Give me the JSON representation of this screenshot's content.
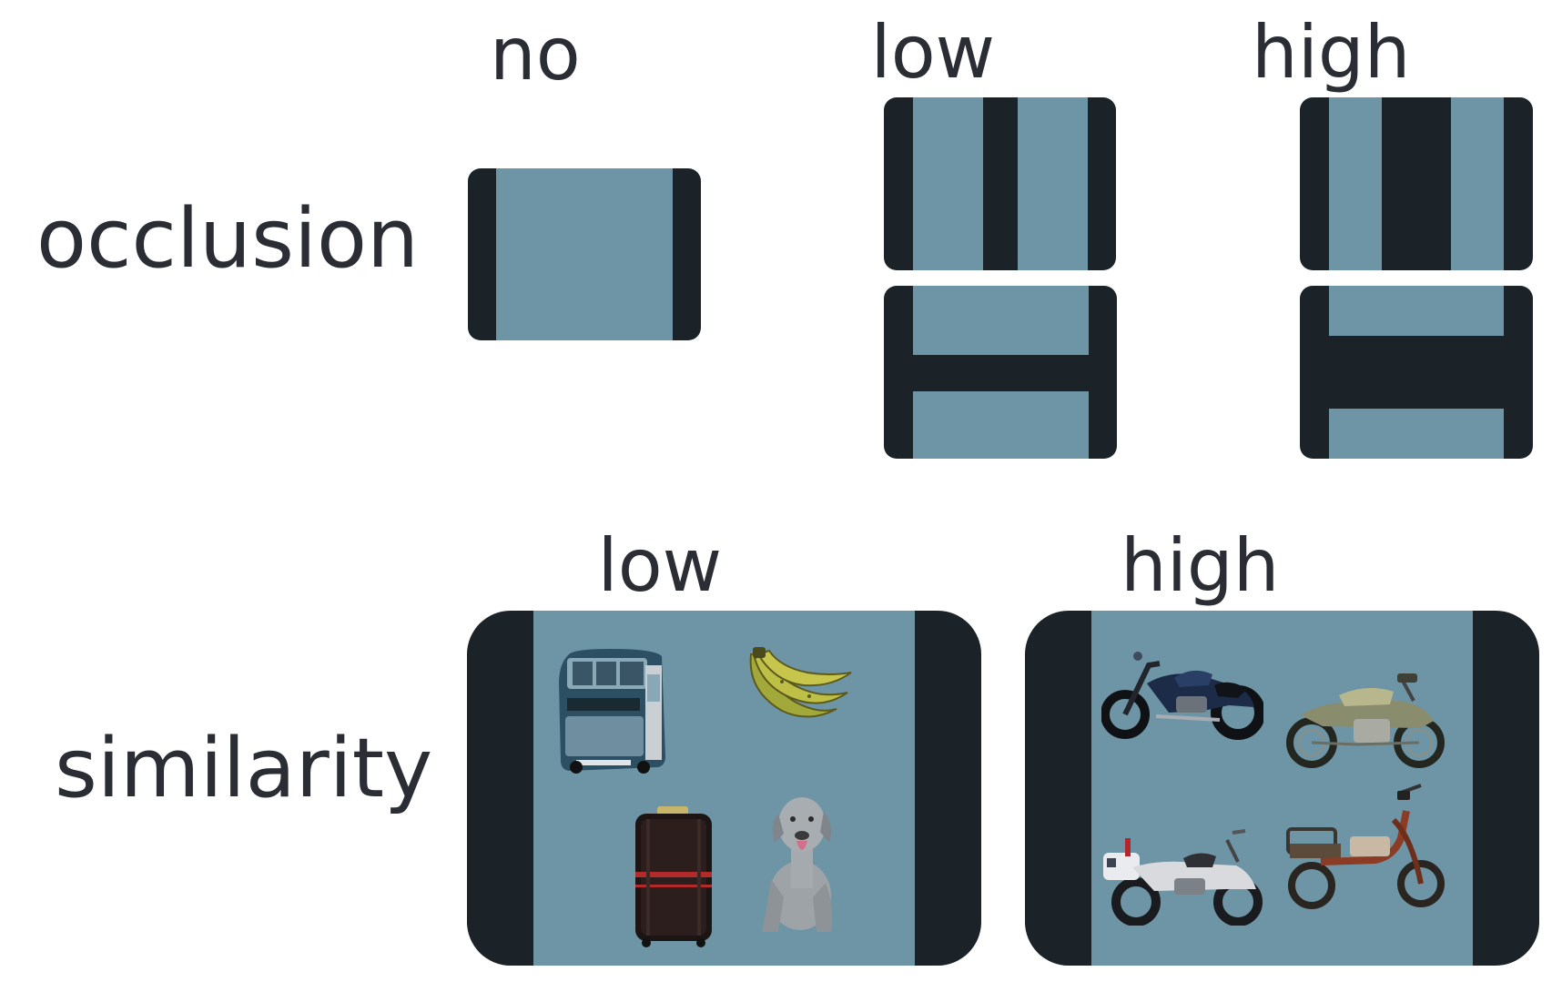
{
  "row_labels": {
    "occlusion": "occlusion",
    "similarity": "similarity"
  },
  "occlusion_levels": {
    "no": "no",
    "low": "low",
    "high": "high"
  },
  "similarity_levels": {
    "low": "low",
    "high": "high"
  },
  "colors": {
    "screen": "#6e95a5",
    "frame": "#1b2228",
    "text": "#2a2d34"
  },
  "icons": {
    "low_similarity": [
      "bus-icon",
      "banana-icon",
      "suitcase-icon",
      "dog-icon"
    ],
    "high_similarity": [
      "cruiser-motorcycle-icon",
      "vintage-motorcycle-icon",
      "police-motorcycle-icon",
      "moped-icon"
    ]
  }
}
